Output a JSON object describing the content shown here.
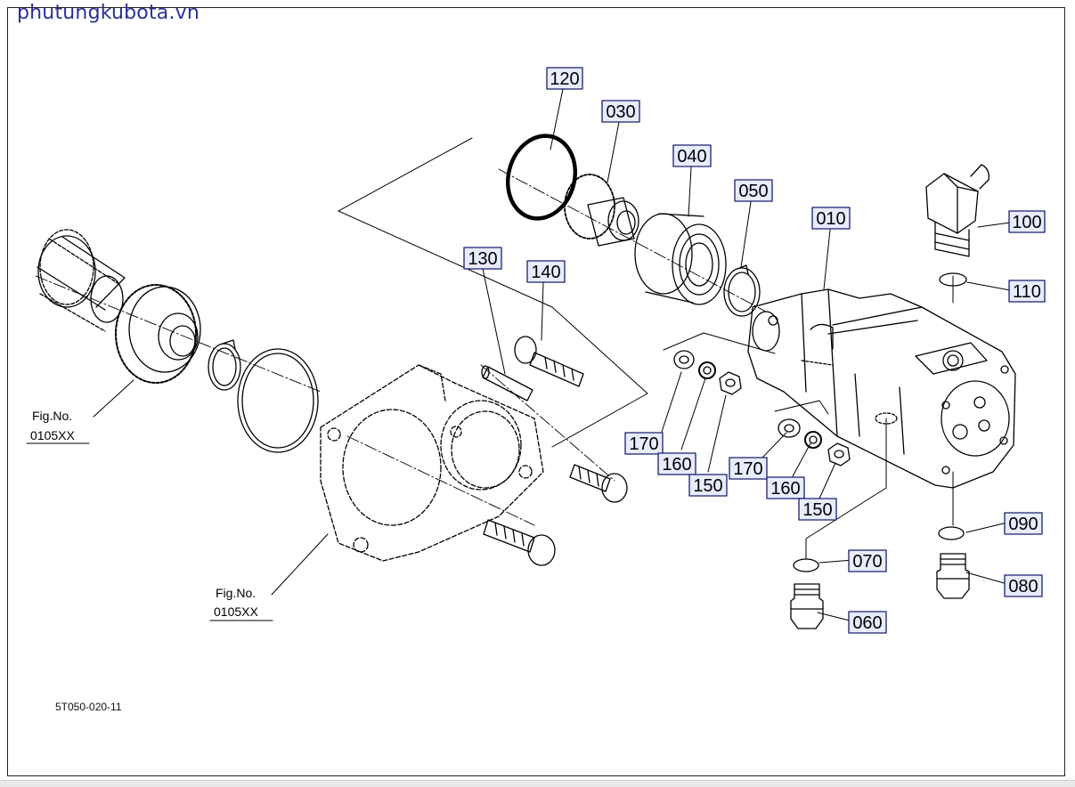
{
  "watermark": "phutungkubota.vn",
  "figure_code": "5T050-020-11",
  "fig_refs": [
    {
      "line1": "Fig.No.",
      "line2": "0105XX"
    },
    {
      "line1": "Fig.No.",
      "line2": "0105XX"
    }
  ],
  "part_labels": {
    "p120": "120",
    "p030": "030",
    "p040": "040",
    "p050": "050",
    "p010": "010",
    "p100": "100",
    "p110": "110",
    "p130": "130",
    "p140": "140",
    "p170a": "170",
    "p160a": "160",
    "p150a": "150",
    "p170b": "170",
    "p160b": "160",
    "p150b": "150",
    "p090": "090",
    "p080": "080",
    "p070": "070",
    "p060": "060"
  },
  "colors": {
    "label_box": "#e8ecff",
    "label_border": "#1a1f6e",
    "watermark": "#2a2f9a"
  }
}
